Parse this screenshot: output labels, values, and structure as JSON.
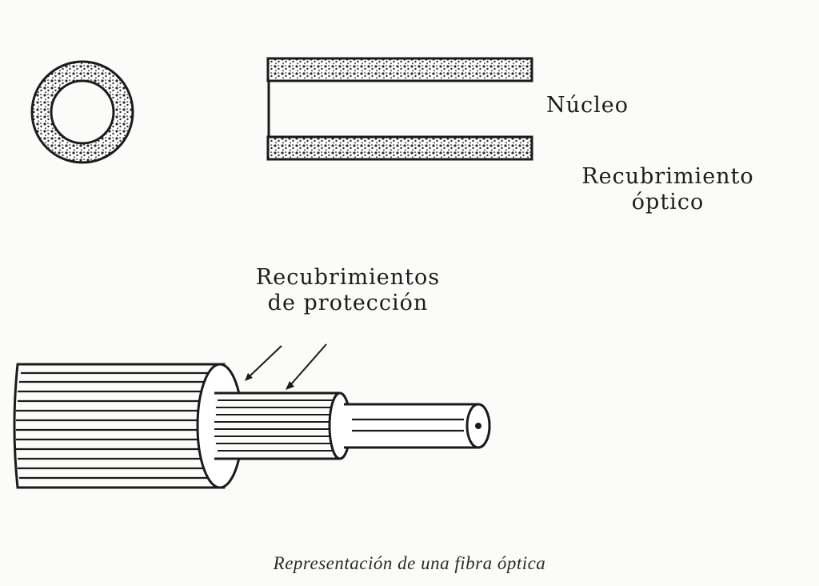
{
  "labels": {
    "core": "Núcleo",
    "cladding_line1": "Recubrimiento",
    "cladding_line2": "óptico",
    "protection_line1": "Recubrimientos",
    "protection_line2": "de protección"
  },
  "caption": "Representación de una fibra óptica",
  "colors": {
    "ink": "#1b1b1b",
    "paper": "#fbfbf9",
    "cladding_fill": "#ffffff"
  }
}
